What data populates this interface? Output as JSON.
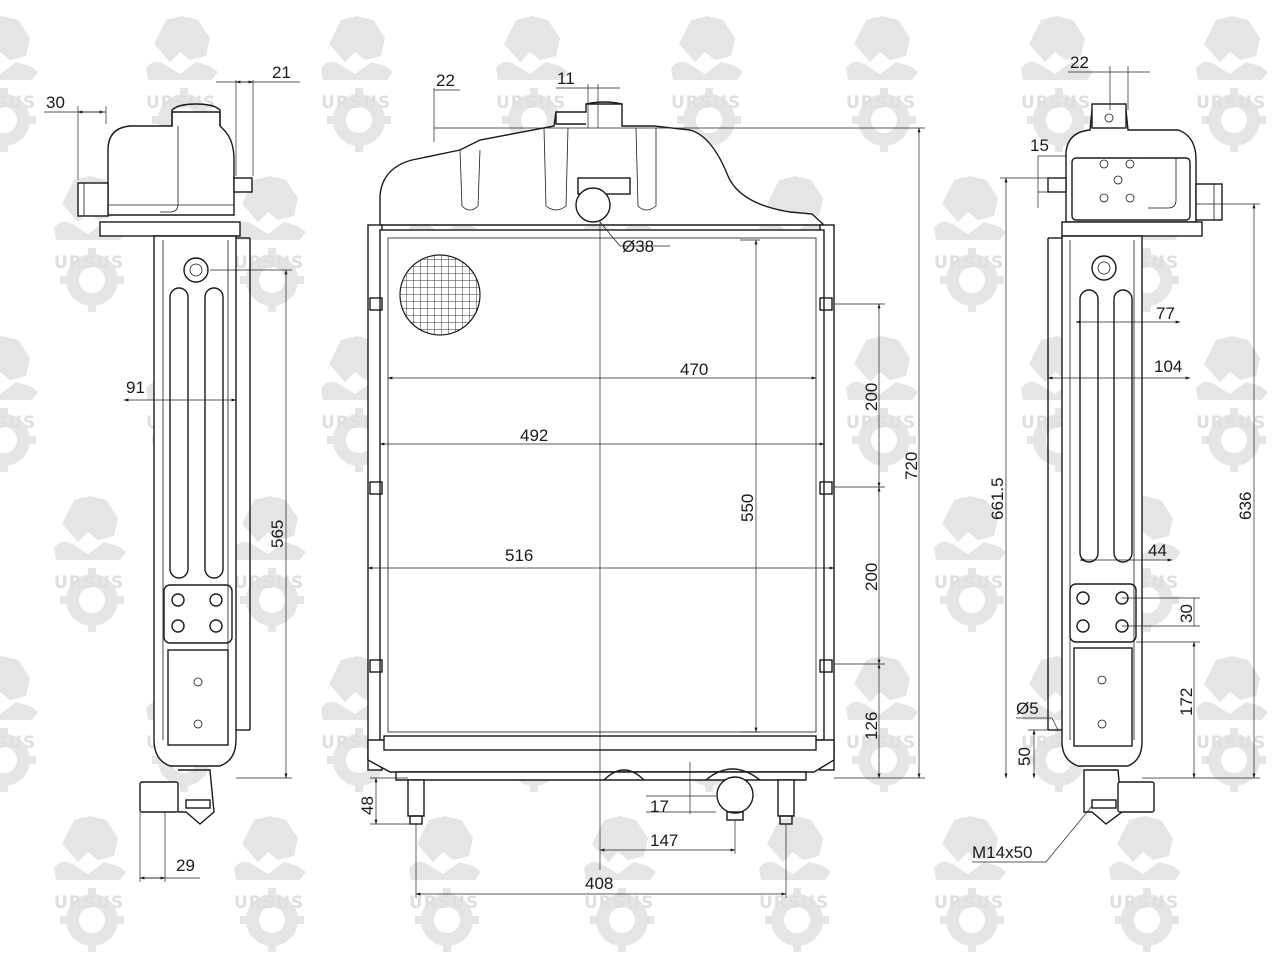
{
  "watermark": {
    "text": "URSUS",
    "color": "#dcdcdc"
  },
  "left_view": {
    "dimensions": {
      "top_offset": "30",
      "cap_offset": "21",
      "width": "91",
      "height": "565",
      "pipe": "29"
    }
  },
  "front_view": {
    "dimensions": {
      "cap_left": "22",
      "cap_width": "11",
      "hole": "Ø38",
      "core_width_470": "470",
      "core_width_492": "492",
      "core_width_516": "516",
      "core_height": "550",
      "overall_height": "720",
      "mount_200_upper": "200",
      "mount_200_lower": "200",
      "mount_126": "126",
      "leg_48": "48",
      "outlet_17": "17",
      "outlet_147": "147",
      "legs_408": "408"
    }
  },
  "right_view": {
    "dimensions": {
      "cap_22": "22",
      "pipe_15": "15",
      "h_661_5": "661.5",
      "w_77": "77",
      "w_104": "104",
      "h_636": "636",
      "w_44": "44",
      "h_30": "30",
      "h_172": "172",
      "hole_5": "Ø5",
      "h_50": "50",
      "bolt": "M14x50"
    }
  }
}
